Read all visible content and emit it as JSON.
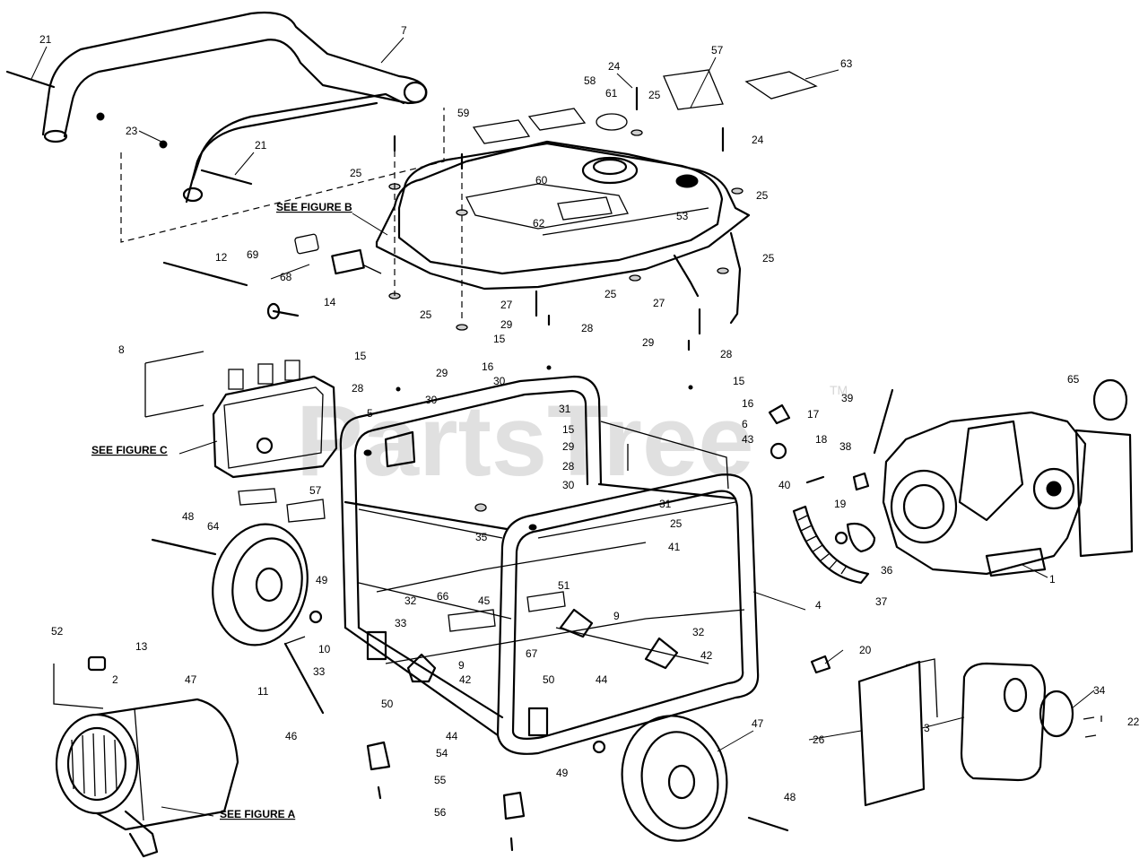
{
  "watermark": {
    "text": "PartsTree",
    "trademark": "TM"
  },
  "figure_refs": {
    "b": "SEE FIGURE B",
    "c": "SEE FIGURE C",
    "a": "SEE FIGURE A"
  },
  "callouts": [
    "21",
    "7",
    "23",
    "21",
    "24",
    "59",
    "58",
    "61",
    "25",
    "57",
    "63",
    "24",
    "25",
    "60",
    "25",
    "53",
    "25",
    "62",
    "12",
    "69",
    "68",
    "14",
    "25",
    "25",
    "27",
    "25",
    "27",
    "29",
    "28",
    "15",
    "16",
    "30",
    "28",
    "29",
    "15",
    "29",
    "28",
    "30",
    "15",
    "16",
    "8",
    "5",
    "31",
    "15",
    "29",
    "28",
    "30",
    "6",
    "43",
    "17",
    "18",
    "39",
    "65",
    "38",
    "40",
    "19",
    "36",
    "37",
    "1",
    "35",
    "31",
    "25",
    "41",
    "4",
    "48",
    "49",
    "45",
    "51",
    "9",
    "32",
    "32",
    "33",
    "66",
    "67",
    "42",
    "20",
    "10",
    "33",
    "9",
    "42",
    "44",
    "50",
    "50",
    "13",
    "52",
    "2",
    "47",
    "11",
    "46",
    "44",
    "49",
    "54",
    "55",
    "56",
    "47",
    "48",
    "26",
    "3",
    "34",
    "22",
    "64",
    "57"
  ]
}
